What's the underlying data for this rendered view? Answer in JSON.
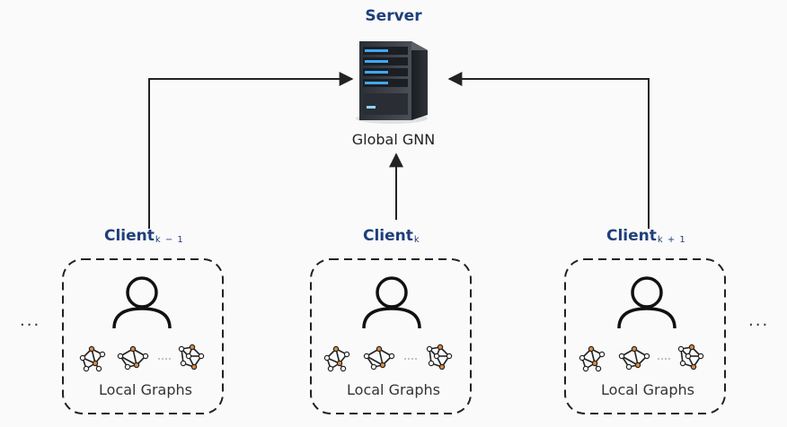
{
  "server": {
    "title": "Server",
    "model_label": "Global GNN"
  },
  "clients": [
    {
      "name": "Client",
      "subscript": "k − 1",
      "graphs_label": "Local Graphs"
    },
    {
      "name": "Client",
      "subscript": "k",
      "graphs_label": "Local Graphs"
    },
    {
      "name": "Client",
      "subscript": "k + 1",
      "graphs_label": "Local Graphs"
    }
  ],
  "ellipsis": "···",
  "colors": {
    "accent": "#1f3f7a",
    "line": "#222222",
    "server_glow": "#3fa9f5",
    "node_orange": "#e08a3c"
  }
}
